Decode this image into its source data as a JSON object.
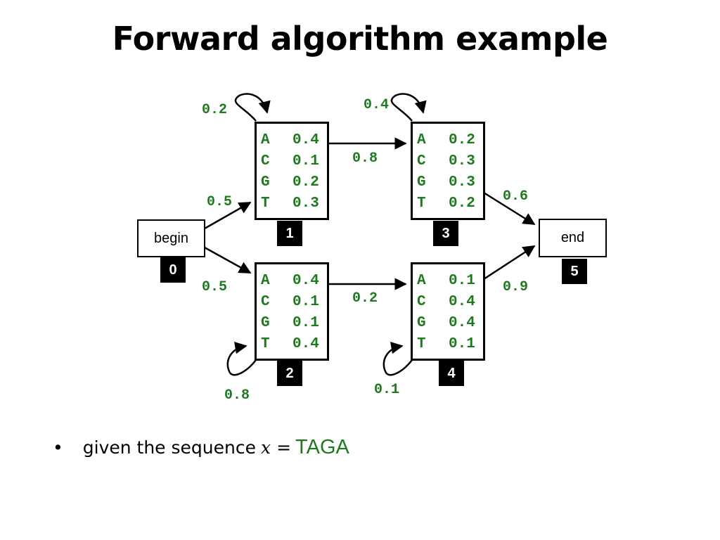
{
  "slide": {
    "title": "Forward algorithm example",
    "bullet": {
      "marker": "•",
      "text": "given the sequence",
      "variable": "x",
      "equals": "=",
      "sequence": "TAGA"
    }
  },
  "colors": {
    "probability_text": "#1f7a1f",
    "index_background": "#000000"
  },
  "states": {
    "begin": {
      "label": "begin",
      "index": "0"
    },
    "end": {
      "label": "end",
      "index": "5"
    },
    "s1": {
      "index": "1",
      "emissions": [
        {
          "symbol": "A",
          "prob": "0.4"
        },
        {
          "symbol": "C",
          "prob": "0.1"
        },
        {
          "symbol": "G",
          "prob": "0.2"
        },
        {
          "symbol": "T",
          "prob": "0.3"
        }
      ]
    },
    "s2": {
      "index": "2",
      "emissions": [
        {
          "symbol": "A",
          "prob": "0.4"
        },
        {
          "symbol": "C",
          "prob": "0.1"
        },
        {
          "symbol": "G",
          "prob": "0.1"
        },
        {
          "symbol": "T",
          "prob": "0.4"
        }
      ]
    },
    "s3": {
      "index": "3",
      "emissions": [
        {
          "symbol": "A",
          "prob": "0.2"
        },
        {
          "symbol": "C",
          "prob": "0.3"
        },
        {
          "symbol": "G",
          "prob": "0.3"
        },
        {
          "symbol": "T",
          "prob": "0.2"
        }
      ]
    },
    "s4": {
      "index": "4",
      "emissions": [
        {
          "symbol": "A",
          "prob": "0.1"
        },
        {
          "symbol": "C",
          "prob": "0.4"
        },
        {
          "symbol": "G",
          "prob": "0.4"
        },
        {
          "symbol": "T",
          "prob": "0.1"
        }
      ]
    }
  },
  "transitions": {
    "begin_to_1": "0.5",
    "begin_to_2": "0.5",
    "self_1": "0.2",
    "self_2": "0.8",
    "self_3": "0.4",
    "self_4": "0.1",
    "s1_to_3": "0.8",
    "s2_to_4": "0.2",
    "s3_to_end": "0.6",
    "s4_to_end": "0.9"
  }
}
